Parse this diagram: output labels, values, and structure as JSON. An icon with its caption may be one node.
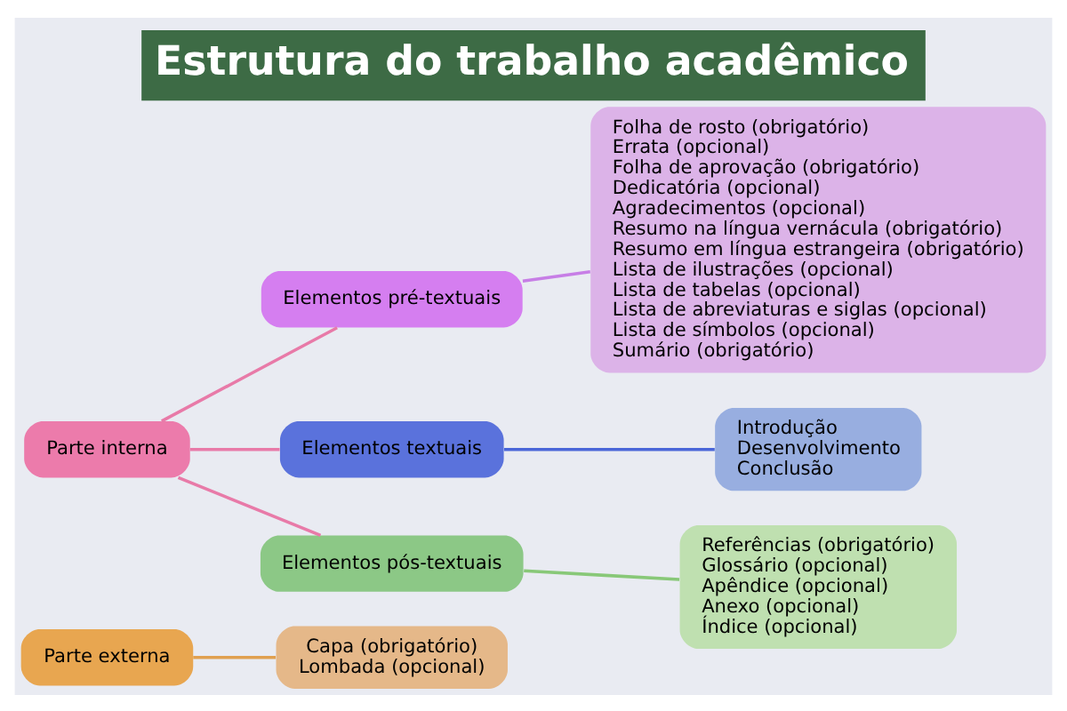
{
  "diagram": {
    "title": "Estrutura do trabalho acadêmico",
    "nodes": [
      {
        "text": [
          "Parte externa"
        ]
      },
      {
        "text": [
          "Capa (obrigatório)",
          "Lombada (opcional)"
        ]
      },
      {
        "text": [
          "Parte interna"
        ]
      },
      {
        "text": [
          "Elementos pré-textuais"
        ]
      },
      {
        "text": [
          "Folha de rosto (obrigatório)",
          "Errata (opcional)",
          "Folha de aprovação (obrigatório)",
          "Dedicatória (opcional)",
          "Agradecimentos (opcional)",
          "Resumo na língua vernácula (obrigatório)",
          "Resumo em língua estrangeira (obrigatório)",
          "Lista de ilustrações (opcional)",
          "Lista de tabelas (opcional)",
          "Lista de abreviaturas e siglas (opcional)",
          "Lista de símbolos (opcional)",
          "Sumário (obrigatório)"
        ]
      },
      {
        "text": [
          "Elementos textuais"
        ]
      },
      {
        "text": [
          "Introdução",
          "Desenvolvimento",
          "Conclusão"
        ]
      },
      {
        "text": [
          "Elementos pós-textuais"
        ]
      },
      {
        "text": [
          "Referências (obrigatório)",
          "Glossário (opcional)",
          "Apêndice (opcional)",
          "Anexo (opcional)",
          "Índice (opcional)"
        ]
      }
    ],
    "edges": [
      {
        "from": 0,
        "to": 1,
        "arrow": "none",
        "color": "#e0a050"
      },
      {
        "from": 2,
        "to": 3,
        "arrow": "none"
      },
      {
        "from": 2,
        "to": 5,
        "arrow": "none"
      },
      {
        "from": 2,
        "to": 7,
        "arrow": "none"
      },
      {
        "from": 3,
        "to": 4,
        "arrow": "none",
        "color": "#c77ee6"
      },
      {
        "from": 5,
        "to": 6,
        "arrow": "none",
        "color": "#4a66d8"
      },
      {
        "from": 7,
        "to": 8,
        "arrow": "none",
        "color": "#88c878"
      }
    ]
  }
}
